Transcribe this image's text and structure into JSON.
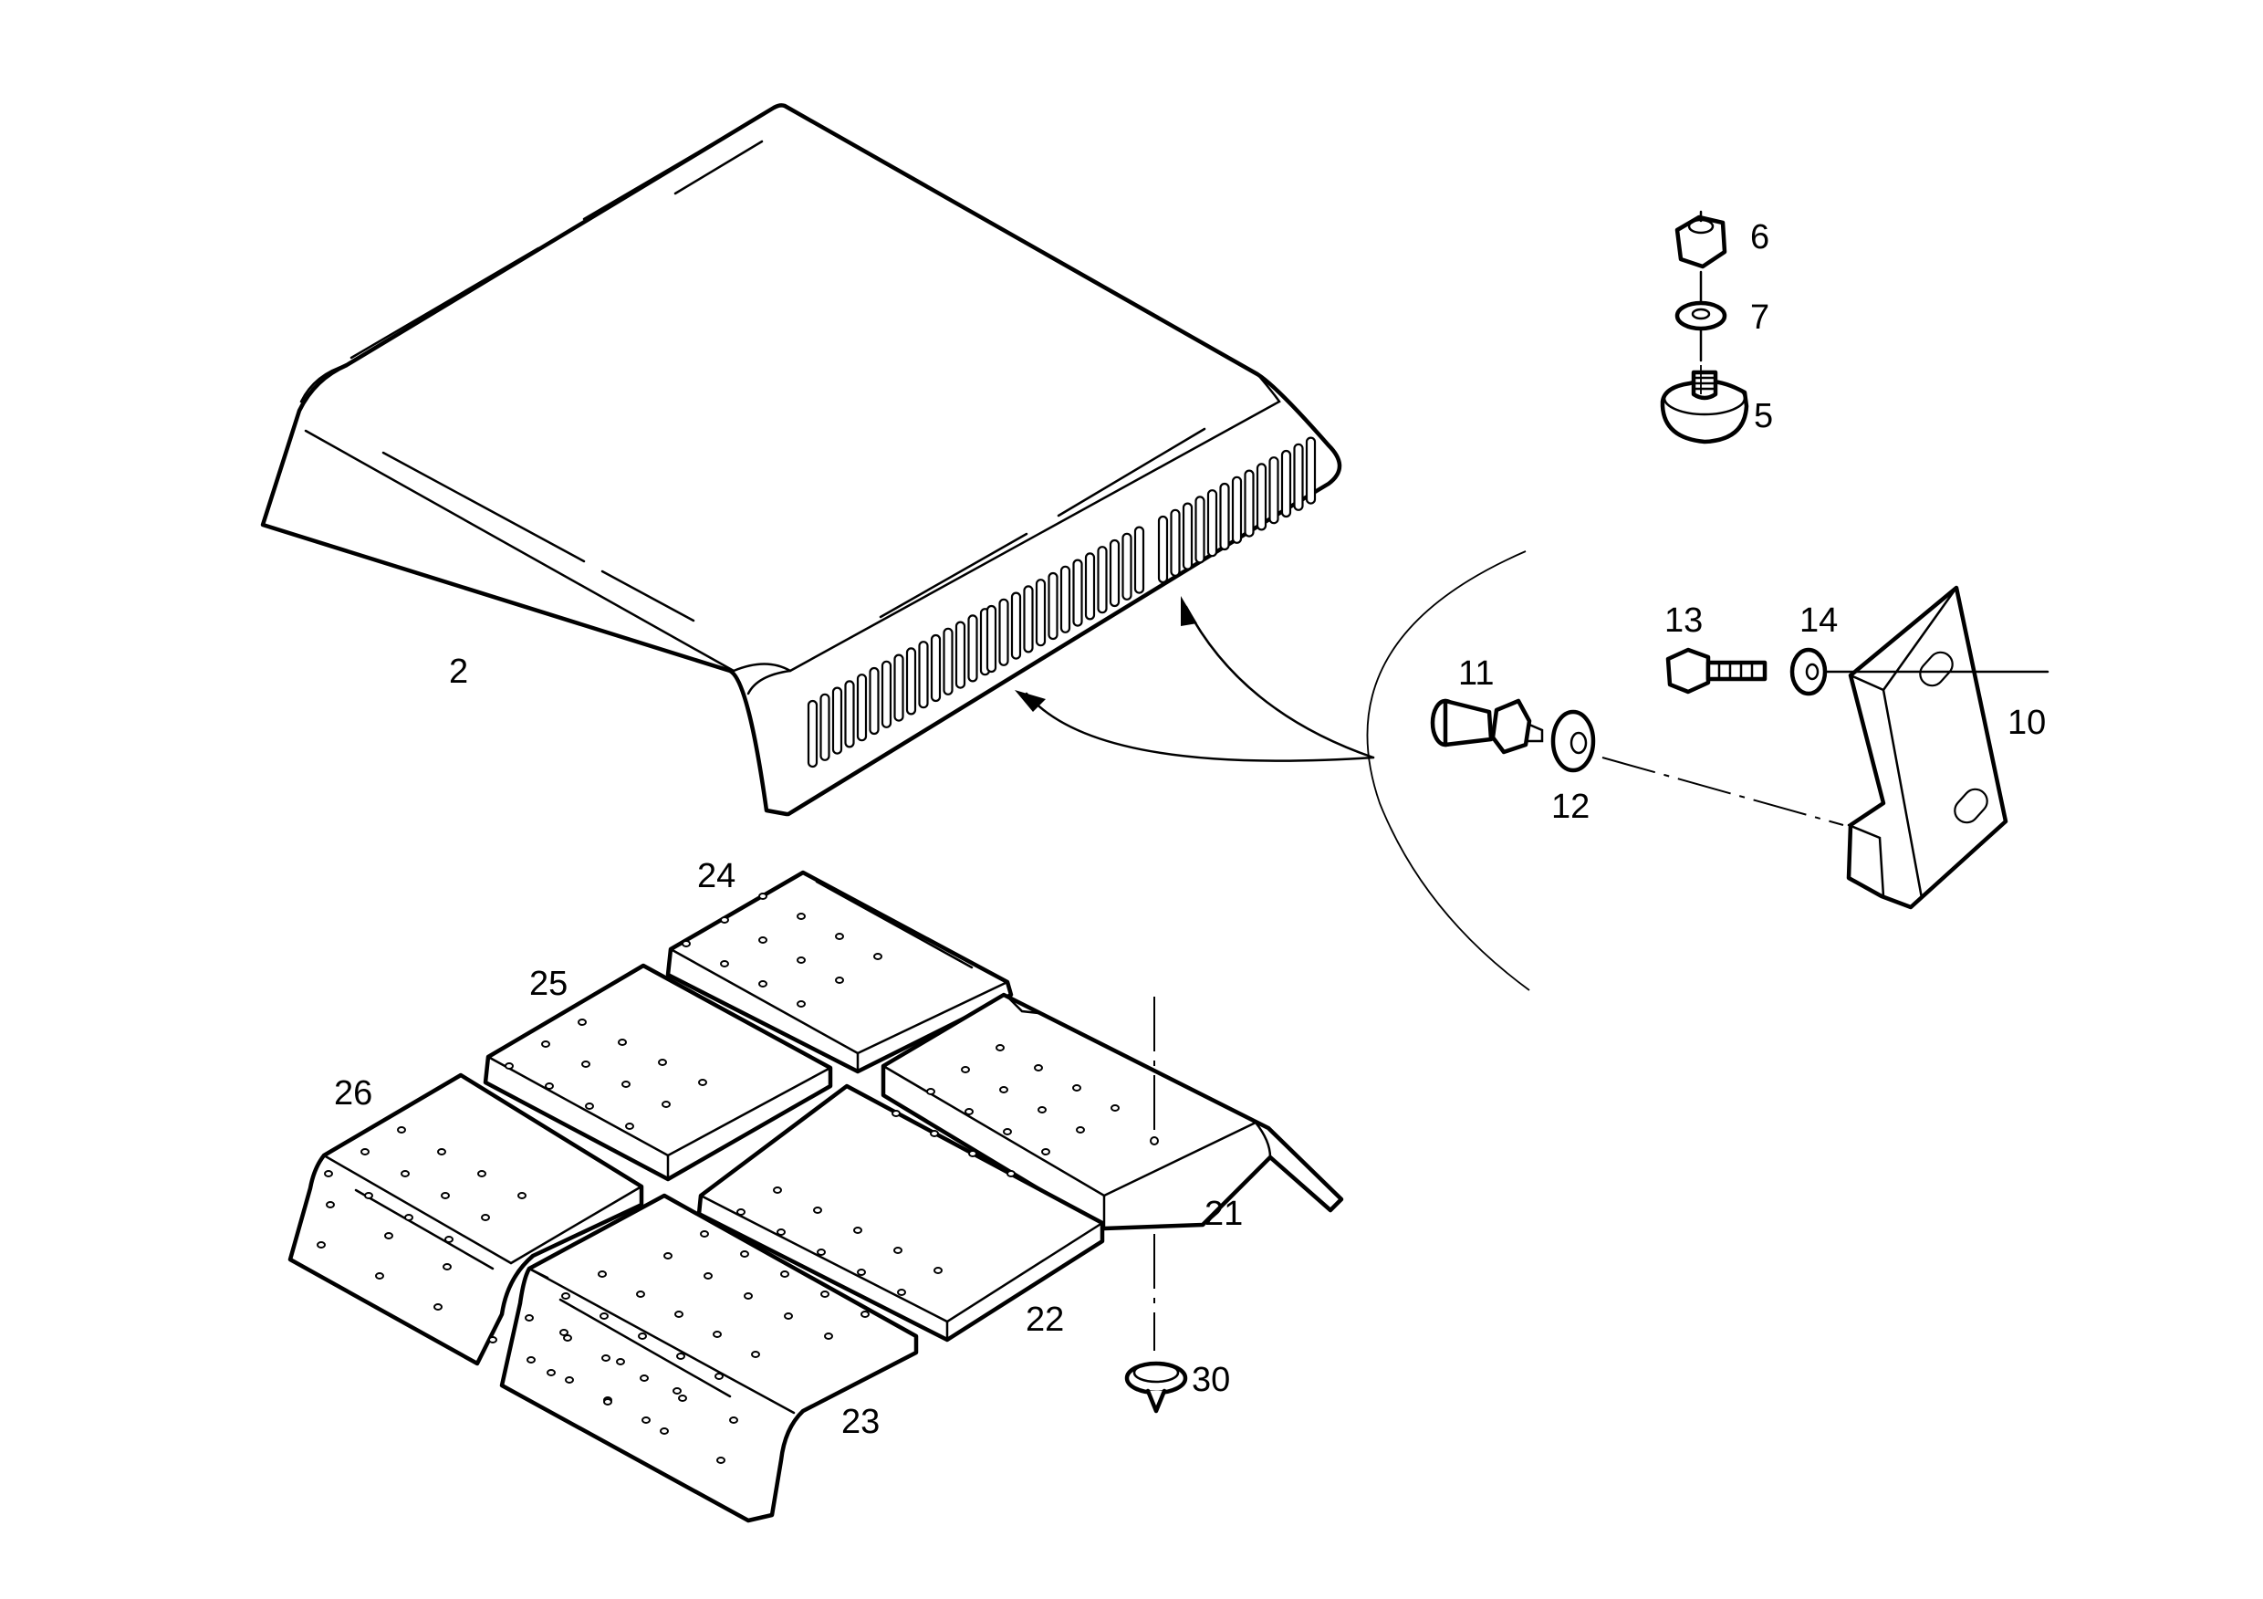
{
  "callouts": {
    "c2": "2",
    "c5": "5",
    "c6": "6",
    "c7": "7",
    "c10": "10",
    "c11": "11",
    "c12": "12",
    "c13": "13",
    "c14": "14",
    "c21": "21",
    "c22": "22",
    "c23": "23",
    "c24": "24",
    "c25": "25",
    "c26": "26",
    "c30": "30"
  },
  "colors": {
    "line": "#000000",
    "background": "#ffffff"
  }
}
